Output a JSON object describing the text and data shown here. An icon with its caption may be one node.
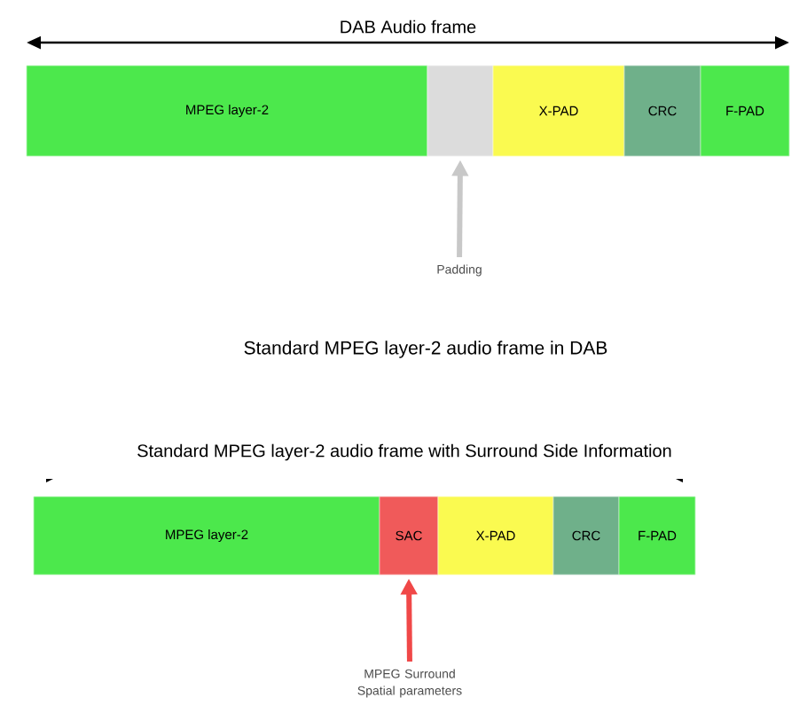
{
  "diagram": {
    "nodes": [
      {
        "text": [
          "MPEG layer-2"
        ]
      },
      {
        "text": [],
        "shape": "box"
      },
      {
        "text": [
          "X-PAD"
        ]
      },
      {
        "text": [
          "CRC"
        ]
      },
      {
        "text": [
          "F-PAD"
        ]
      },
      {
        "text": [
          "Padding"
        ]
      },
      {
        "text": [
          "MPEG layer-2"
        ]
      },
      {
        "text": [
          "SAC"
        ]
      },
      {
        "text": [
          "X-PAD"
        ]
      },
      {
        "text": [
          "CRC"
        ]
      },
      {
        "text": [
          "F-PAD"
        ]
      },
      {
        "text": [
          "MPEG Surround Spatial parameters"
        ]
      }
    ],
    "edges": [
      {
        "from": 5,
        "to": 1,
        "arrow": "to",
        "color": "#c8c8c8"
      },
      {
        "from": 11,
        "to": 7,
        "arrow": "to",
        "color": "#f04848"
      }
    ],
    "labels": [
      "DAB Audio frame",
      "Standard MPEG layer-2 audio frame in DAB",
      "Standard MPEG layer-2 audio frame with Surround Side Information"
    ]
  }
}
